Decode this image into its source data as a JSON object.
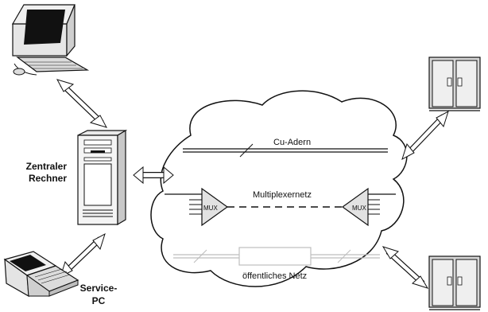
{
  "labels": {
    "central_line1": "Zentraler",
    "central_line2": "Rechner",
    "service_line1": "Service-",
    "service_line2": "PC",
    "copper": "Cu-Adern",
    "mux_network": "Multiplexernetz",
    "public_network": "öffentliches Netz",
    "mux_left": "MUX",
    "mux_right": "MUX"
  },
  "colors": {
    "line": "#111111",
    "cabinet_fill": "#d6d6d6",
    "screen": "#111111",
    "public_line": "#bdbdbd"
  }
}
